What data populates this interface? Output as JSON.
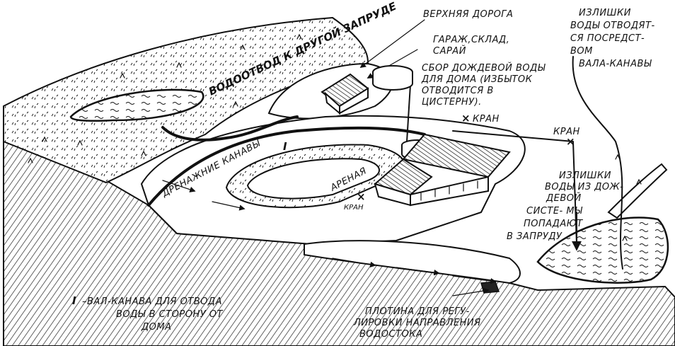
{
  "labels": {
    "upper_road": "ВЕРХНЯЯ ДОРОГА",
    "drain_to_pond": "ВОДООТВОД К ДРУГОЙ ЗАПРУДЕ",
    "garage_1": "ГАРАЖ,СКЛАД,",
    "garage_2": "САРАЙ",
    "rain_1": "СБОР ДОЖДЕВОЙ ВОДЫ",
    "rain_2": "ДЛЯ ДОМА (ИЗБЫТОК",
    "rain_3": "ОТВОДИТСЯ      В",
    "rain_4": "ЦИСТЕРНУ).",
    "excess_top_1": "ИЗЛИШКИ",
    "excess_top_2": "ВОДЫ ОТВОДЯТ-",
    "excess_top_3": "СЯ ПОСРЕДСТ-",
    "excess_top_4": "ВОМ",
    "excess_top_5": "ВАЛА-КАНАВЫ",
    "tap_1": "КРАН",
    "tap_2": "КРАН",
    "tap_3": "КРАН",
    "roman_one": "I",
    "drainage": "ДРЕНАЖНИЕ КАНАВЫ",
    "arena": "АРЕНАЯ",
    "excess_right_1": "ИЗЛИШКИ",
    "excess_right_2": "ВОДЫ ИЗ ДОЖ-",
    "excess_right_3": "ДЕВОЙ",
    "excess_right_4": "СИСТЕ-   МЫ",
    "excess_right_5": "ПОПАДАЮТ",
    "excess_right_6": "В ЗАПРУДУ",
    "legend_mark": "I",
    "legend_1": "–ВАЛ-КАНАВА ДЛЯ ОТВОДА",
    "legend_2": "ВОДЫ В СТОРОНУ   ОТ",
    "legend_3": "ДОМА",
    "dam_1": "ПЛОТИНА ДЛЯ  РЕГУ-",
    "dam_2": "ЛИРОВКИ НАПРАВЛЕНИЯ",
    "dam_3": "ВОДОСТОКА"
  }
}
